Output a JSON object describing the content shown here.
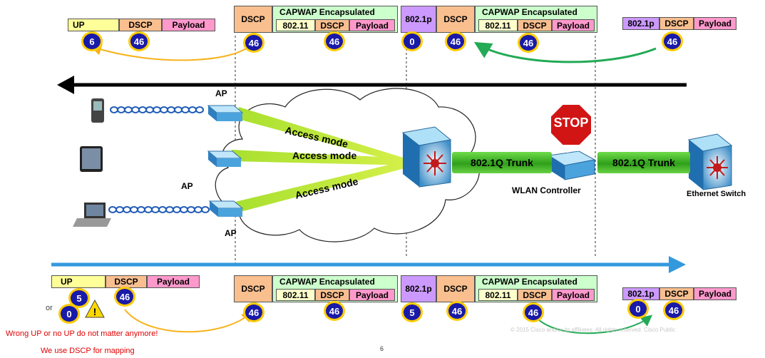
{
  "top": {
    "g1": {
      "up": "UP",
      "dscp": "DSCP",
      "payload": "Payload",
      "up_value": "6",
      "dscp_value": "46"
    },
    "g2": {
      "dscp": "DSCP",
      "capwap": "CAPWAP  Encapsulated",
      "dot11": "802.11",
      "dscp_inner": "DSCP",
      "payload": "Payload",
      "dscp_value": "46",
      "inner_value": "46"
    },
    "g3": {
      "p": "802.1p",
      "dscp": "DSCP",
      "capwap": "CAPWAP  Encapsulated",
      "dot11": "802.11",
      "dscp_inner": "DSCP",
      "payload": "Payload",
      "p_value": "0",
      "dscp_value": "46",
      "inner_value": "46"
    },
    "g4": {
      "p": "802.1p",
      "dscp": "DSCP",
      "payload": "Payload",
      "dscp_value": "46"
    }
  },
  "bottom": {
    "g1": {
      "up": "UP",
      "dscp": "DSCP",
      "payload": "Payload",
      "up_value": "5",
      "or": "or",
      "alt_value": "0",
      "dscp_value": "46"
    },
    "g2": {
      "dscp": "DSCP",
      "capwap": "CAPWAP  Encapsulated",
      "dot11": "802.11",
      "dscp_inner": "DSCP",
      "payload": "Payload",
      "dscp_value": "46",
      "inner_value": "46"
    },
    "g3": {
      "p": "802.1p",
      "dscp": "DSCP",
      "capwap": "CAPWAP  Encapsulated",
      "dot11": "802.11",
      "dscp_inner": "DSCP",
      "payload": "Payload",
      "p_value": "5",
      "dscp_value": "46",
      "inner_value": "46"
    },
    "g4": {
      "p": "802.1p",
      "dscp": "DSCP",
      "payload": "Payload",
      "p_value": "0",
      "dscp_value": "46"
    }
  },
  "network": {
    "ap_label": "AP",
    "access_mode": "Access mode",
    "trunk_label": "802.1Q Trunk",
    "stop_sign": "STOP",
    "wlan_controller": "WLAN  Controller",
    "ethernet_switch": "Ethernet Switch"
  },
  "notes": {
    "line1": "Wrong UP or no UP do not matter anymore!",
    "line2": "We use DSCP for mapping"
  },
  "footer": {
    "copyright": "© 2015  Cisco and/or its affiliates. All rights reserved.   Cisco Public",
    "page": "6"
  },
  "colors": {
    "yellow": "#ffff99",
    "peach": "#f9bf8f",
    "pink": "#ff99cc",
    "light_green": "#ccffcc",
    "lilac": "#cc99ff",
    "badge_blue": "#1a1aa8",
    "badge_ring": "#ffcc00",
    "arrow_blue": "#3399dd",
    "trunk_green": "#3fae22",
    "note_red": "#e00000"
  }
}
